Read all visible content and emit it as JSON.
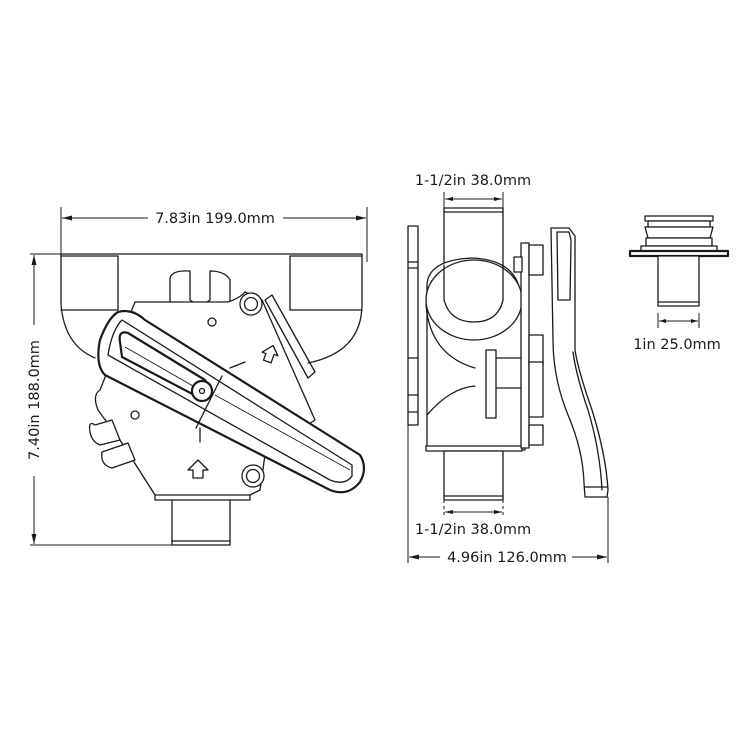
{
  "drawing": {
    "type": "technical dimension drawing",
    "subject": "diverter / Y-valve with lever handle",
    "views": {
      "front": {
        "dimensions": {
          "width": "7.83in 199.0mm",
          "height": "7.40in 188.0mm"
        }
      },
      "side": {
        "dimensions": {
          "top_port": "1-1/2in 38.0mm",
          "bottom_port": "1-1/2in 38.0mm",
          "depth": "4.96in 126.0mm"
        }
      },
      "fitting": {
        "dimensions": {
          "outlet": "1in 25.0mm"
        }
      }
    }
  }
}
